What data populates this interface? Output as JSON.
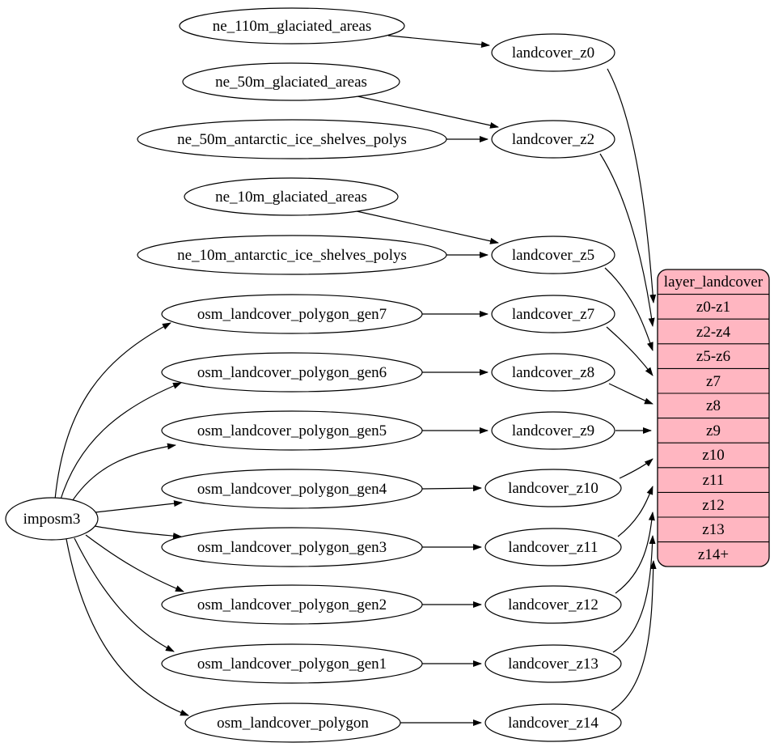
{
  "diagram_type": "graphviz-dependency-graph",
  "colors": {
    "background": "#ffffff",
    "node_fill": "#ffffff",
    "stroke": "#000000",
    "table_fill": "#ffb6c1"
  },
  "nodes": {
    "imposm3": "imposm3",
    "ne_110m_glaciated_areas": "ne_110m_glaciated_areas",
    "ne_50m_glaciated_areas": "ne_50m_glaciated_areas",
    "ne_50m_antarctic_ice_shelves_polys": "ne_50m_antarctic_ice_shelves_polys",
    "ne_10m_glaciated_areas": "ne_10m_glaciated_areas",
    "ne_10m_antarctic_ice_shelves_polys": "ne_10m_antarctic_ice_shelves_polys",
    "osm_landcover_polygon_gen7": "osm_landcover_polygon_gen7",
    "osm_landcover_polygon_gen6": "osm_landcover_polygon_gen6",
    "osm_landcover_polygon_gen5": "osm_landcover_polygon_gen5",
    "osm_landcover_polygon_gen4": "osm_landcover_polygon_gen4",
    "osm_landcover_polygon_gen3": "osm_landcover_polygon_gen3",
    "osm_landcover_polygon_gen2": "osm_landcover_polygon_gen2",
    "osm_landcover_polygon_gen1": "osm_landcover_polygon_gen1",
    "osm_landcover_polygon": "osm_landcover_polygon",
    "landcover_z0": "landcover_z0",
    "landcover_z2": "landcover_z2",
    "landcover_z5": "landcover_z5",
    "landcover_z7": "landcover_z7",
    "landcover_z8": "landcover_z8",
    "landcover_z9": "landcover_z9",
    "landcover_z10": "landcover_z10",
    "landcover_z11": "landcover_z11",
    "landcover_z12": "landcover_z12",
    "landcover_z13": "landcover_z13",
    "landcover_z14": "landcover_z14"
  },
  "table": {
    "title": "layer_landcover",
    "rows": [
      "z0-z1",
      "z2-z4",
      "z5-z6",
      "z7",
      "z8",
      "z9",
      "z10",
      "z11",
      "z12",
      "z13",
      "z14+"
    ]
  },
  "edges": [
    {
      "from": "ne_110m_glaciated_areas",
      "to": "landcover_z0"
    },
    {
      "from": "ne_50m_glaciated_areas",
      "to": "landcover_z2"
    },
    {
      "from": "ne_50m_antarctic_ice_shelves_polys",
      "to": "landcover_z2"
    },
    {
      "from": "ne_10m_glaciated_areas",
      "to": "landcover_z5"
    },
    {
      "from": "ne_10m_antarctic_ice_shelves_polys",
      "to": "landcover_z5"
    },
    {
      "from": "osm_landcover_polygon_gen7",
      "to": "landcover_z7"
    },
    {
      "from": "osm_landcover_polygon_gen6",
      "to": "landcover_z8"
    },
    {
      "from": "osm_landcover_polygon_gen5",
      "to": "landcover_z9"
    },
    {
      "from": "osm_landcover_polygon_gen4",
      "to": "landcover_z10"
    },
    {
      "from": "osm_landcover_polygon_gen3",
      "to": "landcover_z11"
    },
    {
      "from": "osm_landcover_polygon_gen2",
      "to": "landcover_z12"
    },
    {
      "from": "osm_landcover_polygon_gen1",
      "to": "landcover_z13"
    },
    {
      "from": "osm_landcover_polygon",
      "to": "landcover_z14"
    },
    {
      "from": "imposm3",
      "to": "osm_landcover_polygon_gen7"
    },
    {
      "from": "imposm3",
      "to": "osm_landcover_polygon_gen6"
    },
    {
      "from": "imposm3",
      "to": "osm_landcover_polygon_gen5"
    },
    {
      "from": "imposm3",
      "to": "osm_landcover_polygon_gen4"
    },
    {
      "from": "imposm3",
      "to": "osm_landcover_polygon_gen3"
    },
    {
      "from": "imposm3",
      "to": "osm_landcover_polygon_gen2"
    },
    {
      "from": "imposm3",
      "to": "osm_landcover_polygon_gen1"
    },
    {
      "from": "imposm3",
      "to": "osm_landcover_polygon"
    },
    {
      "from": "landcover_z0",
      "to": "layer_landcover.z0-z1"
    },
    {
      "from": "landcover_z2",
      "to": "layer_landcover.z2-z4"
    },
    {
      "from": "landcover_z5",
      "to": "layer_landcover.z5-z6"
    },
    {
      "from": "landcover_z7",
      "to": "layer_landcover.z7"
    },
    {
      "from": "landcover_z8",
      "to": "layer_landcover.z8"
    },
    {
      "from": "landcover_z9",
      "to": "layer_landcover.z9"
    },
    {
      "from": "landcover_z10",
      "to": "layer_landcover.z10"
    },
    {
      "from": "landcover_z11",
      "to": "layer_landcover.z11"
    },
    {
      "from": "landcover_z12",
      "to": "layer_landcover.z12"
    },
    {
      "from": "landcover_z13",
      "to": "layer_landcover.z13"
    },
    {
      "from": "landcover_z14",
      "to": "layer_landcover.z14+"
    }
  ]
}
